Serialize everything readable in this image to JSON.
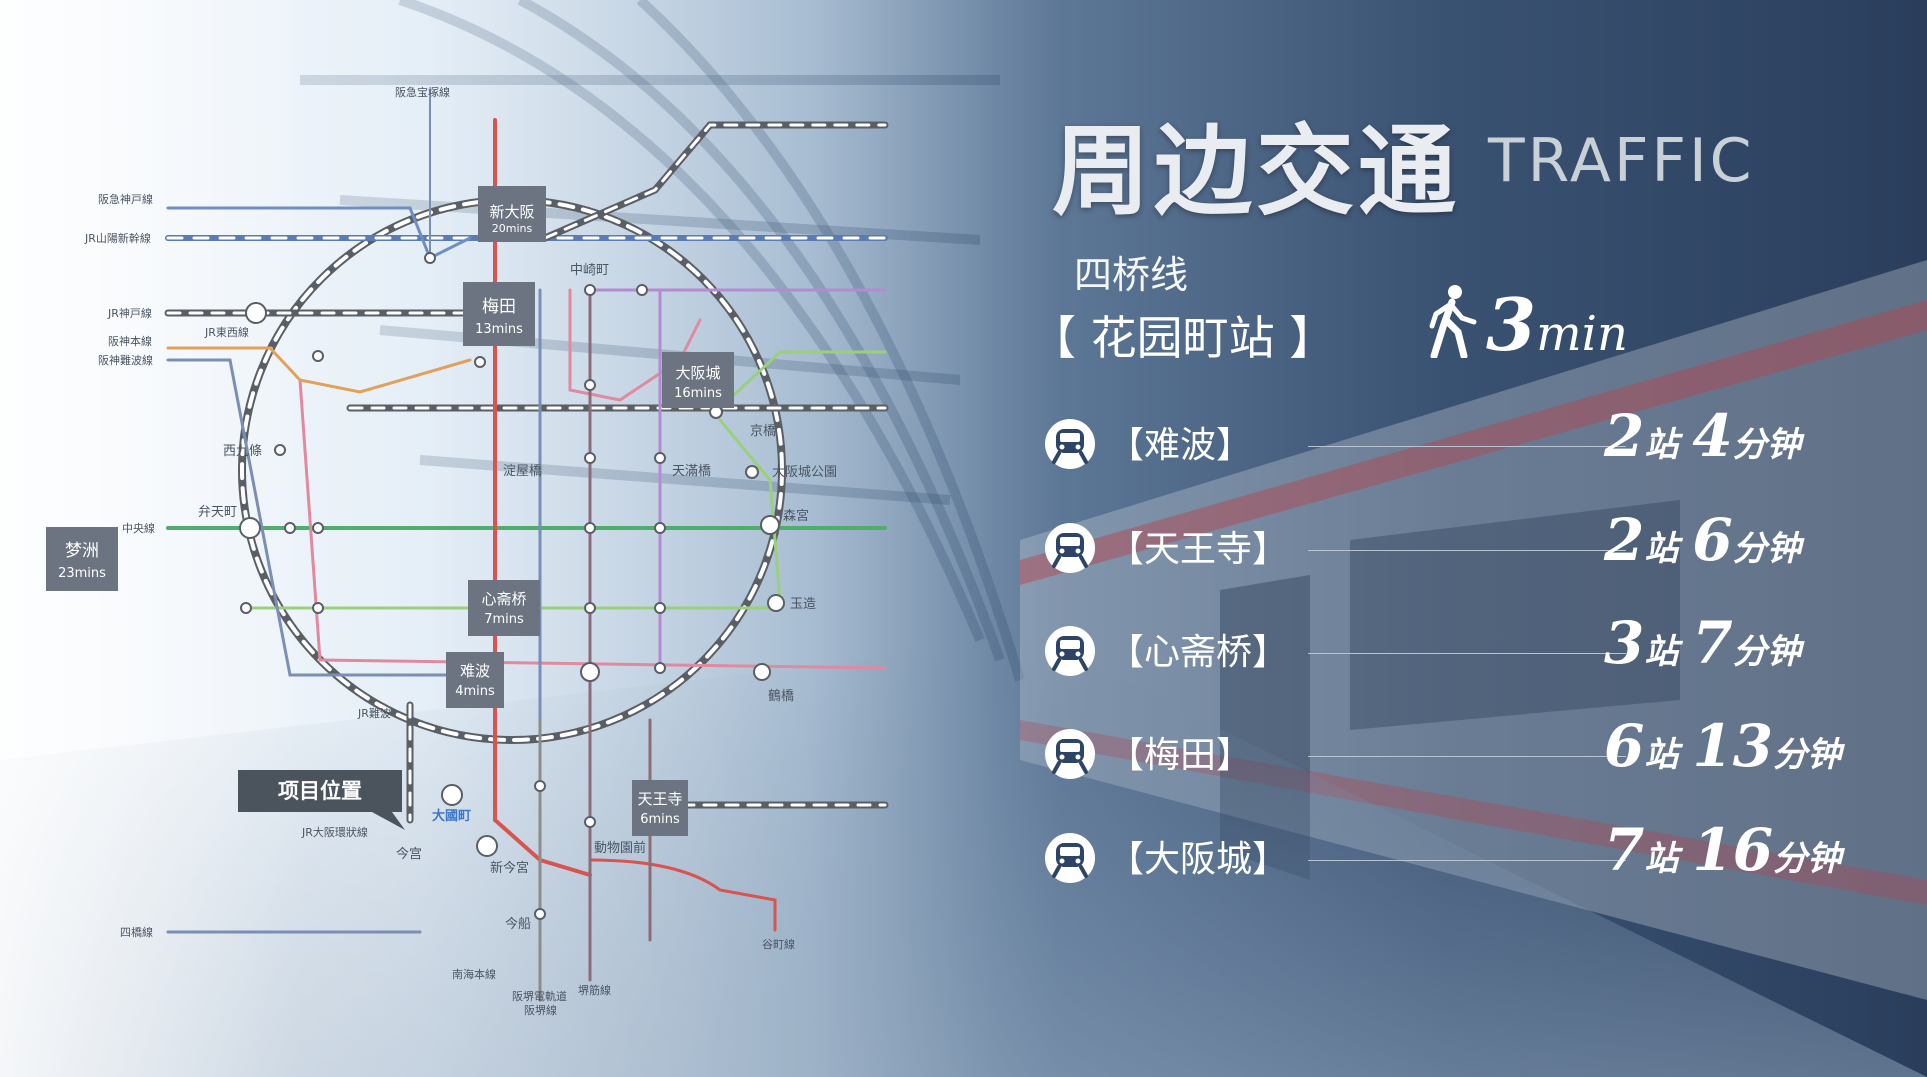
{
  "header": {
    "title_cn": "周边交通",
    "title_en": "TRAFFIC"
  },
  "station": {
    "line_name": "四桥线",
    "station_name": "【 花园町站 】",
    "walk_icon": "walking-person-icon",
    "walk_value": "3",
    "walk_unit": "min"
  },
  "routes": [
    {
      "dest": "【难波】",
      "stops": "2",
      "stops_unit": "站",
      "minutes": "4",
      "minutes_unit": "分钟"
    },
    {
      "dest": "【天王寺】",
      "stops": "2",
      "stops_unit": "站",
      "minutes": "6",
      "minutes_unit": "分钟"
    },
    {
      "dest": "【心斋桥】",
      "stops": "3",
      "stops_unit": "站",
      "minutes": "7",
      "minutes_unit": "分钟"
    },
    {
      "dest": "【梅田】",
      "stops": "6",
      "stops_unit": "站",
      "minutes": "13",
      "minutes_unit": "分钟"
    },
    {
      "dest": "【大阪城】",
      "stops": "7",
      "stops_unit": "站",
      "minutes": "16",
      "minutes_unit": "分钟"
    }
  ],
  "map": {
    "boxes": [
      {
        "name": "新大阪",
        "time": "20mins"
      },
      {
        "name": "梅田",
        "time": "13mins"
      },
      {
        "name": "大阪城",
        "time": "16mins"
      },
      {
        "name": "梦洲",
        "time": "23mins"
      },
      {
        "name": "心斋桥",
        "time": "7mins"
      },
      {
        "name": "难波",
        "time": "4mins"
      },
      {
        "name": "天王寺",
        "time": "6mins"
      }
    ],
    "project_label": "项目位置",
    "project_station": "大國町",
    "line_labels": [
      "阪急宝塚線",
      "阪急神戸線",
      "JR山陽新幹線",
      "JR神戸線",
      "JR東西線",
      "阪神本線",
      "阪神難波線",
      "中央線",
      "四橋線",
      "JR難波",
      "JR大阪環狀線",
      "南海本線",
      "阪堺電軌道",
      "阪堺線",
      "堺筋線",
      "谷町線"
    ],
    "station_labels": [
      "中崎町",
      "西九條",
      "淀屋橋",
      "天滿橋",
      "京橋",
      "大阪城公園",
      "森宮",
      "玉造",
      "鶴橋",
      "弁天町",
      "今宫",
      "新今宮",
      "今船",
      "動物園前"
    ]
  }
}
